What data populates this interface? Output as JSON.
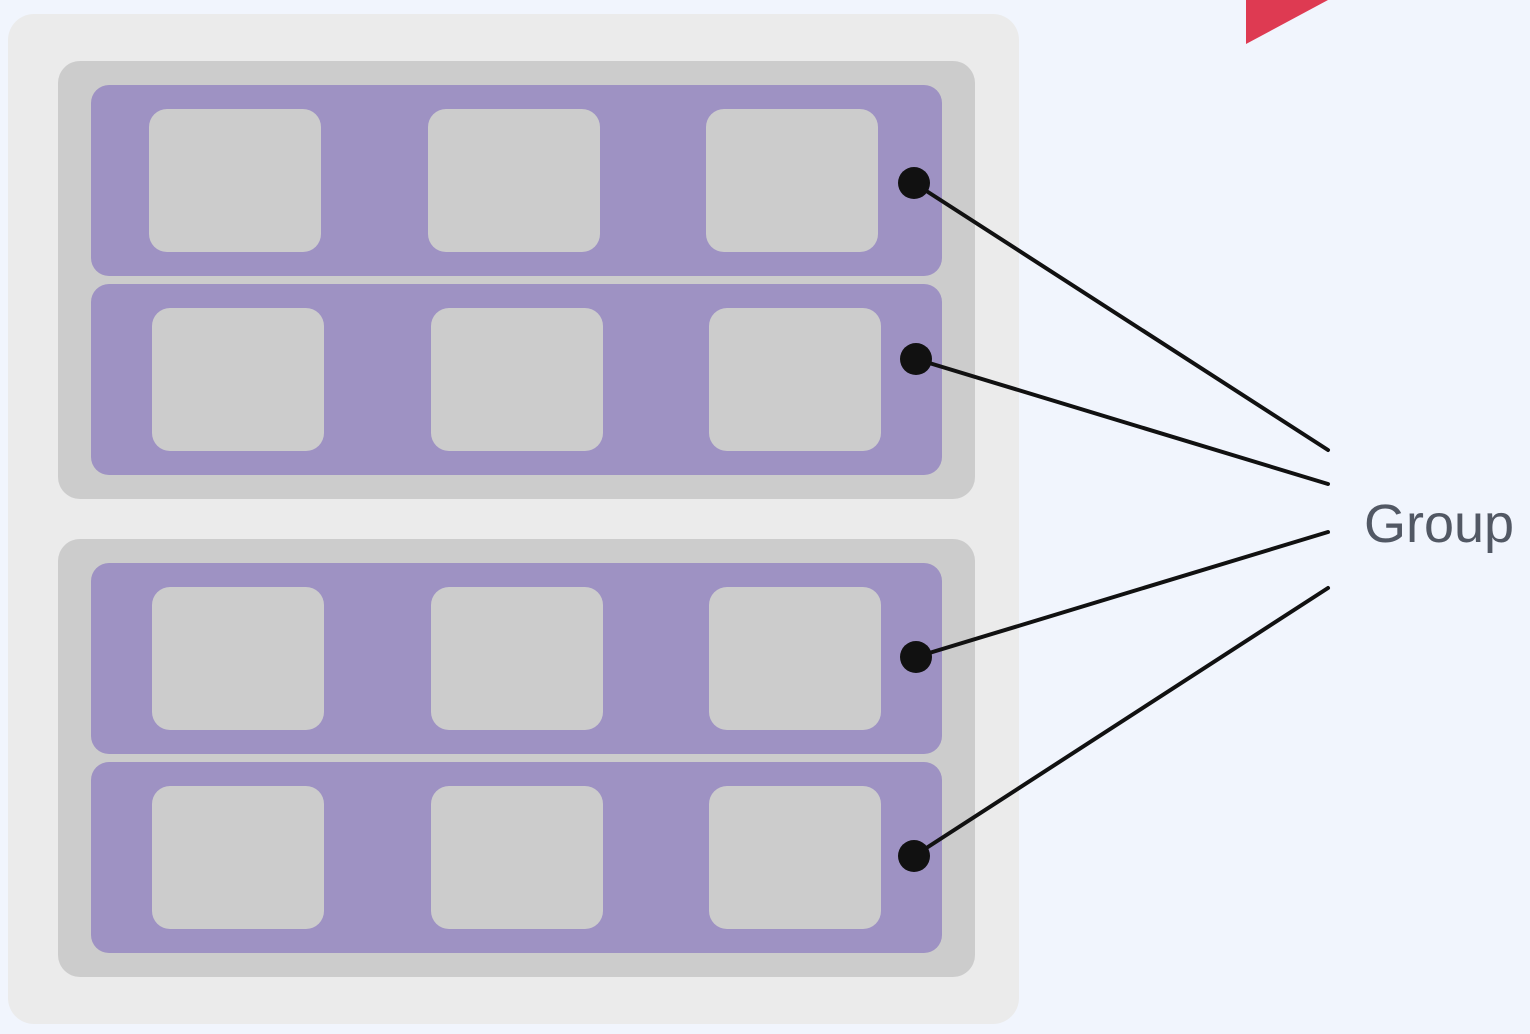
{
  "diagram": {
    "label": "Group",
    "colors": {
      "background": "#f1f5fd",
      "outer_panel": "#ebebeb",
      "container": "#cccccc",
      "group_row": "#9e92c3",
      "cell": "#cccccc",
      "connector": "#111111",
      "label_text": "#525864",
      "accent": "#de3a52"
    },
    "containers": [
      {
        "rows": [
          {
            "cells": 3,
            "connected": true
          },
          {
            "cells": 3,
            "connected": true
          }
        ]
      },
      {
        "rows": [
          {
            "cells": 3,
            "connected": true
          },
          {
            "cells": 3,
            "connected": true
          }
        ]
      }
    ]
  }
}
